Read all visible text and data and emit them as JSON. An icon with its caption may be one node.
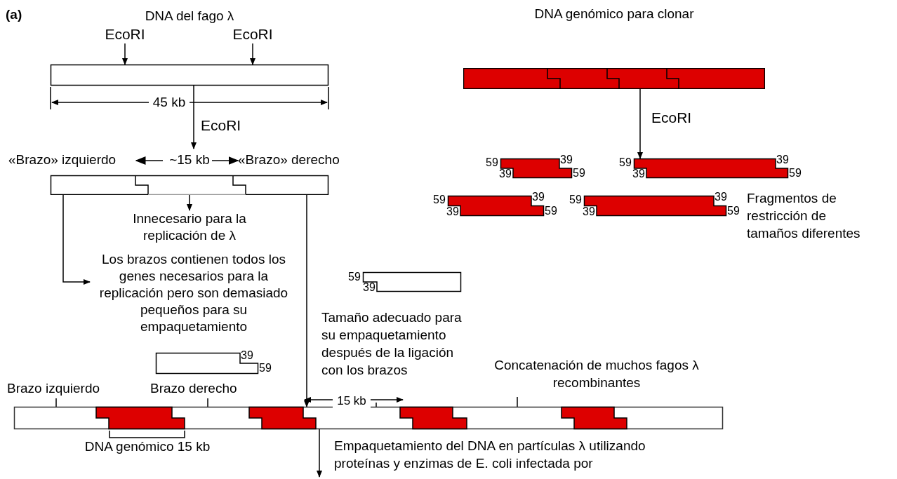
{
  "diagram": {
    "nodes": [
      {
        "text": [],
        "shape": "bar"
      },
      {
        "text": [
          "EcoRI"
        ]
      },
      {
        "text": [
          "EcoRI"
        ]
      },
      {
        "text": [
          "«Brazo» izquierdo",
          "~15 kb",
          "«Brazo» derecho"
        ]
      },
      {
        "text": [
          "Innecesario para la replicación de λ"
        ]
      },
      {
        "text": [
          "Los brazos contienen todos los genes necesarios para la replicación pero son demasiado pequeños para su empaquetamiento"
        ]
      },
      {
        "text": [
          "DNA genómico para clonar"
        ]
      },
      {
        "text": [],
        "shape": "bar",
        "beside": [
          "59",
          "39",
          "39",
          "59"
        ]
      },
      {
        "text": [],
        "shape": "bar",
        "beside": [
          "59",
          "39",
          "39",
          "59"
        ]
      },
      {
        "text": [],
        "shape": "bar",
        "beside": [
          "59",
          "39",
          "39",
          "59"
        ]
      },
      {
        "text": [],
        "shape": "bar",
        "beside": [
          "59",
          "39",
          "39",
          "59"
        ]
      },
      {
        "text": [],
        "shape": "bar",
        "beside": [
          "59",
          "39"
        ]
      },
      {
        "text": [],
        "shape": "bar",
        "beside": [
          "39",
          "59"
        ]
      },
      {
        "text": [],
        "shape": "bar"
      }
    ],
    "edges": [
      {
        "from": 1,
        "to": 0,
        "arrow": "to"
      },
      {
        "from": 2,
        "to": 0,
        "arrow": "to"
      },
      {
        "from": 0,
        "to": 3,
        "arrow": "to",
        "label": "EcoRI"
      },
      {
        "from": 3,
        "to": 4,
        "arrow": "to"
      },
      {
        "from": 3,
        "to": 5,
        "arrow": "to"
      },
      {
        "from": 6,
        "to": 8,
        "arrow": "to",
        "label": "EcoRI"
      },
      {
        "from": 3,
        "to": 13,
        "arrow": "to"
      },
      {
        "from": 13,
        "to": null,
        "arrow": "to"
      }
    ],
    "labels": [
      "(a)",
      "DNA del fago λ",
      "45 kb",
      "Fragmentos de restricción de tamaños diferentes",
      "Tamaño adecuado para su empaquetamiento después de la ligación con los brazos",
      "Concatenación de muchos fagos λ recombinantes",
      "Brazo izquierdo",
      "Brazo derecho",
      "15 kb",
      "DNA genómico 15 kb",
      "Empaquetamiento del DNA en partículas λ utilizando proteínas y enzimas de E. coli infectada por"
    ]
  }
}
